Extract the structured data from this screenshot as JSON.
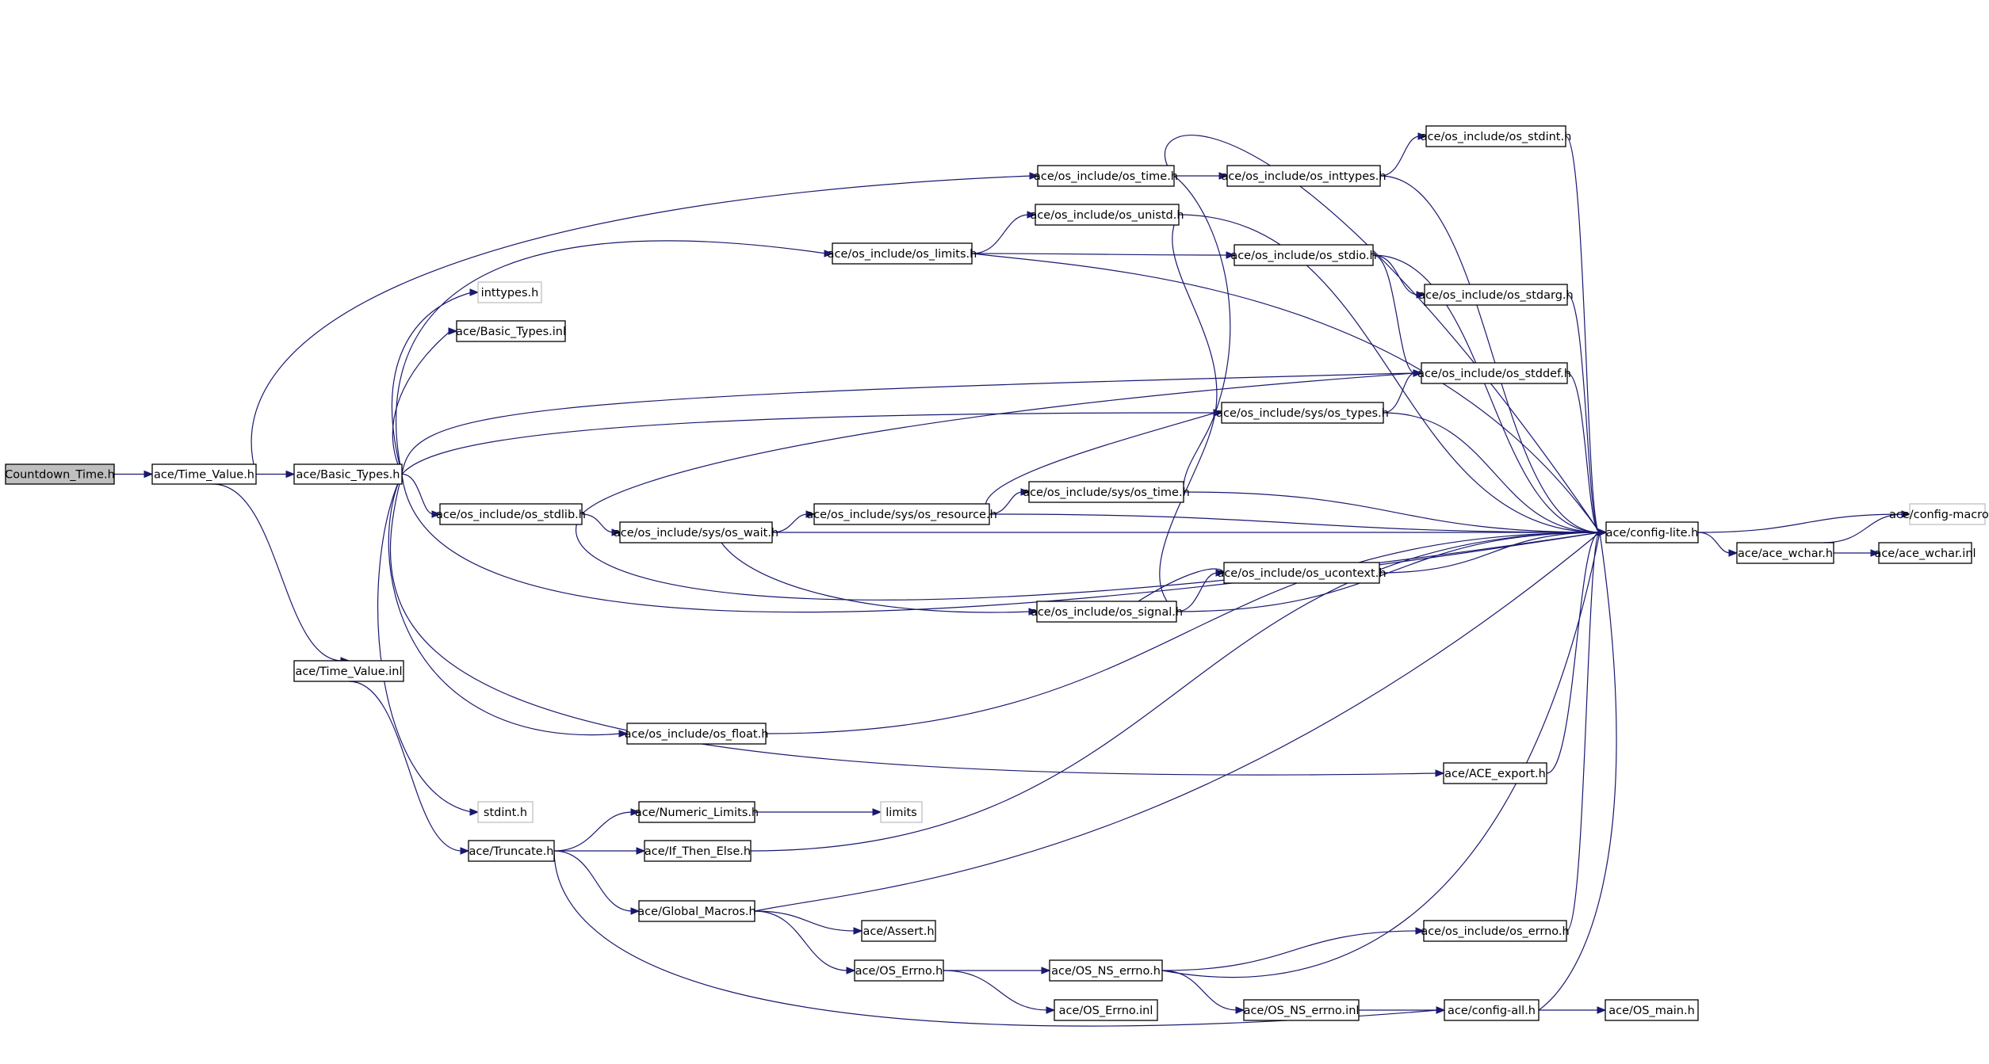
{
  "colors": {
    "edge": "#191970",
    "node_border": "#000000",
    "external_border": "#bfbfbf",
    "root_fill": "#bfbfbf"
  },
  "nodes": {
    "countdown": {
      "label": "Countdown_Time.h"
    },
    "time_value_h": {
      "label": "ace/Time_Value.h"
    },
    "basic_types_h": {
      "label": "ace/Basic_Types.h"
    },
    "time_value_inl": {
      "label": "ace/Time_Value.inl"
    },
    "os_time": {
      "label": "ace/os_include/os_time.h"
    },
    "os_limits": {
      "label": "ace/os_include/os_limits.h"
    },
    "inttypes": {
      "label": "inttypes.h"
    },
    "basic_inl": {
      "label": "ace/Basic_Types.inl"
    },
    "os_stdlib": {
      "label": "ace/os_include/os_stdlib.h"
    },
    "os_float": {
      "label": "ace/os_include/os_float.h"
    },
    "stdint": {
      "label": "stdint.h"
    },
    "truncate": {
      "label": "ace/Truncate.h"
    },
    "os_stdint": {
      "label": "ace/os_include/os_stdint.h"
    },
    "os_inttypes": {
      "label": "ace/os_include/os_inttypes.h"
    },
    "os_unistd": {
      "label": "ace/os_include/os_unistd.h"
    },
    "os_stdio": {
      "label": "ace/os_include/os_stdio.h"
    },
    "os_stdarg": {
      "label": "ace/os_include/os_stdarg.h"
    },
    "os_stddef": {
      "label": "ace/os_include/os_stddef.h"
    },
    "sys_types": {
      "label": "ace/os_include/sys/os_types.h"
    },
    "sys_time": {
      "label": "ace/os_include/sys/os_time.h"
    },
    "sys_resource": {
      "label": "ace/os_include/sys/os_resource.h"
    },
    "sys_wait": {
      "label": "ace/os_include/sys/os_wait.h"
    },
    "os_ucontext": {
      "label": "ace/os_include/os_ucontext.h"
    },
    "os_signal": {
      "label": "ace/os_include/os_signal.h"
    },
    "config_lite": {
      "label": "ace/config-lite.h"
    },
    "config_macros": {
      "label": "ace/config-macros.h"
    },
    "ace_wchar_h": {
      "label": "ace/ace_wchar.h"
    },
    "ace_wchar_inl": {
      "label": "ace/ace_wchar.inl"
    },
    "ace_export": {
      "label": "ace/ACE_export.h"
    },
    "numeric_limits": {
      "label": "ace/Numeric_Limits.h"
    },
    "limits": {
      "label": "limits"
    },
    "if_then_else": {
      "label": "ace/If_Then_Else.h"
    },
    "global_macros": {
      "label": "ace/Global_Macros.h"
    },
    "assert": {
      "label": "ace/Assert.h"
    },
    "os_errno_inc": {
      "label": "ace/os_include/os_errno.h"
    },
    "os_errno": {
      "label": "ace/OS_Errno.h"
    },
    "os_ns_errno_h": {
      "label": "ace/OS_NS_errno.h"
    },
    "os_errno_inl": {
      "label": "ace/OS_Errno.inl"
    },
    "os_ns_errno_inl": {
      "label": "ace/OS_NS_errno.inl"
    },
    "config_all": {
      "label": "ace/config-all.h"
    },
    "os_main": {
      "label": "ace/OS_main.h"
    }
  },
  "edges": [
    [
      "countdown",
      "time_value_h"
    ],
    [
      "time_value_h",
      "basic_types_h"
    ],
    [
      "time_value_h",
      "os_time"
    ],
    [
      "time_value_h",
      "time_value_inl"
    ],
    [
      "basic_types_h",
      "os_limits"
    ],
    [
      "basic_types_h",
      "inttypes"
    ],
    [
      "basic_types_h",
      "basic_inl"
    ],
    [
      "basic_types_h",
      "os_stddef"
    ],
    [
      "basic_types_h",
      "sys_types"
    ],
    [
      "basic_types_h",
      "os_stdlib"
    ],
    [
      "basic_types_h",
      "config_lite"
    ],
    [
      "basic_types_h",
      "os_float"
    ],
    [
      "basic_types_h",
      "ace_export"
    ],
    [
      "basic_types_h",
      "stdint"
    ],
    [
      "time_value_inl",
      "truncate"
    ],
    [
      "os_time",
      "os_inttypes"
    ],
    [
      "os_time",
      "sys_types"
    ],
    [
      "os_time",
      "config_lite"
    ],
    [
      "os_inttypes",
      "os_stdint"
    ],
    [
      "os_inttypes",
      "config_lite"
    ],
    [
      "os_stdint",
      "config_lite"
    ],
    [
      "os_limits",
      "os_unistd"
    ],
    [
      "os_limits",
      "os_stdio"
    ],
    [
      "os_limits",
      "config_lite"
    ],
    [
      "os_unistd",
      "sys_types"
    ],
    [
      "os_unistd",
      "config_lite"
    ],
    [
      "os_stdio",
      "os_stdarg"
    ],
    [
      "os_stdio",
      "os_stddef"
    ],
    [
      "os_stdio",
      "config_lite"
    ],
    [
      "os_stdarg",
      "config_lite"
    ],
    [
      "os_stddef",
      "config_lite"
    ],
    [
      "sys_types",
      "os_stddef"
    ],
    [
      "sys_types",
      "config_lite"
    ],
    [
      "os_stdlib",
      "os_stddef"
    ],
    [
      "os_stdlib",
      "sys_wait"
    ],
    [
      "os_stdlib",
      "config_lite"
    ],
    [
      "sys_wait",
      "sys_resource"
    ],
    [
      "sys_wait",
      "os_signal"
    ],
    [
      "sys_wait",
      "config_lite"
    ],
    [
      "sys_resource",
      "sys_types"
    ],
    [
      "sys_resource",
      "sys_time"
    ],
    [
      "sys_resource",
      "config_lite"
    ],
    [
      "sys_time",
      "sys_types"
    ],
    [
      "sys_time",
      "config_lite"
    ],
    [
      "os_signal",
      "sys_types"
    ],
    [
      "os_signal",
      "os_ucontext"
    ],
    [
      "os_signal",
      "config_lite"
    ],
    [
      "os_ucontext",
      "os_signal"
    ],
    [
      "os_ucontext",
      "config_lite"
    ],
    [
      "os_float",
      "config_lite"
    ],
    [
      "ace_export",
      "config_lite"
    ],
    [
      "config_lite",
      "config_macros"
    ],
    [
      "config_lite",
      "ace_wchar_h"
    ],
    [
      "ace_wchar_h",
      "config_macros"
    ],
    [
      "ace_wchar_h",
      "ace_wchar_inl"
    ],
    [
      "truncate",
      "numeric_limits"
    ],
    [
      "truncate",
      "if_then_else"
    ],
    [
      "truncate",
      "global_macros"
    ],
    [
      "truncate",
      "config_all"
    ],
    [
      "numeric_limits",
      "limits"
    ],
    [
      "if_then_else",
      "config_lite"
    ],
    [
      "global_macros",
      "config_lite"
    ],
    [
      "global_macros",
      "assert"
    ],
    [
      "global_macros",
      "os_errno"
    ],
    [
      "os_errno",
      "os_ns_errno_h"
    ],
    [
      "os_errno",
      "os_errno_inl"
    ],
    [
      "os_ns_errno_h",
      "os_errno_inc"
    ],
    [
      "os_ns_errno_h",
      "config_lite"
    ],
    [
      "os_ns_errno_h",
      "os_ns_errno_inl"
    ],
    [
      "os_errno_inc",
      "config_lite"
    ],
    [
      "os_ns_errno_inl",
      "config_all"
    ],
    [
      "config_all",
      "config_lite"
    ],
    [
      "config_all",
      "os_main"
    ]
  ]
}
